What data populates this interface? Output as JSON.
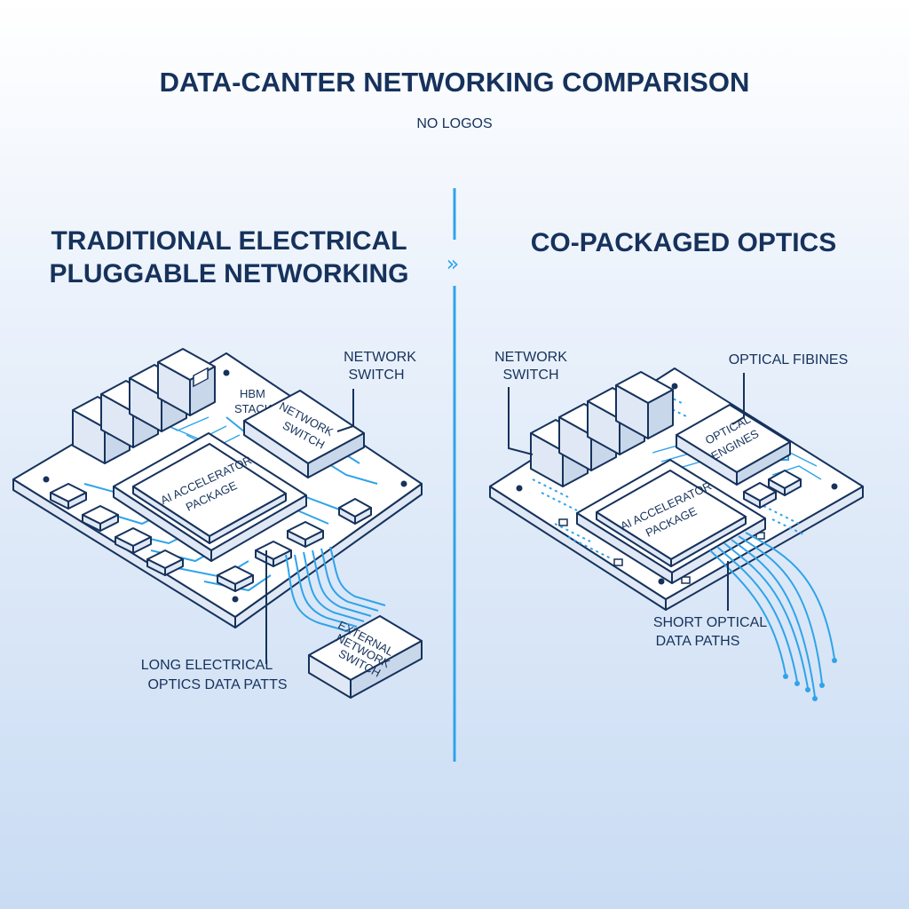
{
  "title": "DATA-CANTER NETWORKING COMPARISON",
  "subtitle": "NO LOGOS",
  "arrow_glyph": "»",
  "left": {
    "heading_line1": "TRADITIONAL ELECTRICAL",
    "heading_line2": "PLUGGABLE NETWORKING",
    "hbm_line1": "HBM",
    "hbm_line2": "STACKS",
    "switch_chip_line1": "NETWORK",
    "switch_chip_line2": "SWITCH",
    "callout_switch_line1": "NETWORK",
    "callout_switch_line2": "SWITCH",
    "accel_line1": "AI ACCELERATOR",
    "accel_line2": "PACKAGE",
    "external_line1": "EXTERNAL",
    "external_line2": "NETWORK",
    "external_line3": "SWITCH",
    "bottom_line1": "LONG ELECTRICAL",
    "bottom_line2": "OPTICS DATA PATTS"
  },
  "right": {
    "heading": "CO-PACKAGED OPTICS",
    "callout_switch_line1": "NETWORK",
    "callout_switch_line2": "SWITCH",
    "callout_fibers": "OPTICAL FIBINES",
    "engines_line1": "OPTICAL",
    "engines_line2": "ENGINES",
    "accel_line1": "AI ACCELERATOR",
    "accel_line2": "PACKAGE",
    "bottom_line1": "SHORT OPTICAL",
    "bottom_line2": "DATA PATHS"
  },
  "colors": {
    "ink": "#16325c",
    "trace": "#2fa3ea",
    "divider": "#2fa3ea"
  }
}
